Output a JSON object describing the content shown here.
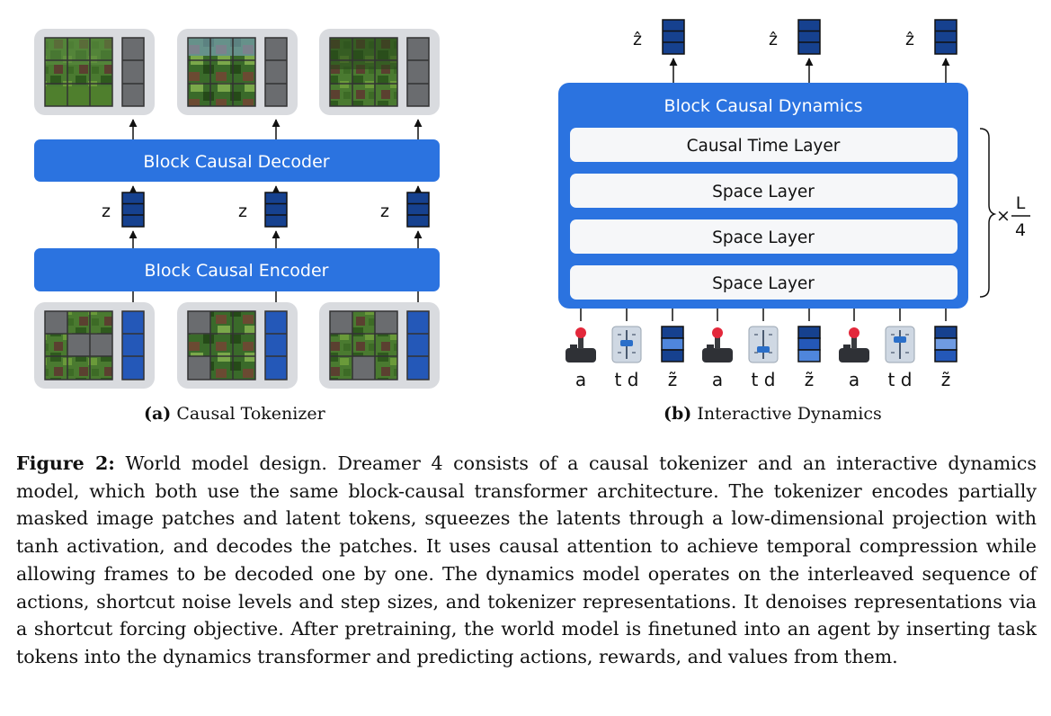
{
  "tokenizer": {
    "decoder_label": "Block Causal Decoder",
    "encoder_label": "Block Causal Encoder",
    "latent_label": "z",
    "caption_tag": "(a)",
    "caption_text": "Causal Tokenizer"
  },
  "dynamics": {
    "title": "Block Causal Dynamics",
    "layers": [
      "Causal Time Layer",
      "Space Layer",
      "Space Layer",
      "Space Layer"
    ],
    "output_label": "ẑ",
    "repeat_prefix": "×",
    "repeat_num": "L",
    "repeat_den": "4",
    "input_labels": [
      "a",
      "t d",
      "z̃",
      "a",
      "t d",
      "z̃",
      "a",
      "t d",
      "z̃"
    ],
    "caption_tag": "(b)",
    "caption_text": "Interactive Dynamics"
  },
  "figure": {
    "label": "Figure 2:",
    "text": " World model design. Dreamer 4 consists of a causal tokenizer and an interactive dynamics model, which both use the same block-causal transformer architecture. The tokenizer encodes partially masked image patches and latent tokens, squeezes the latents through a low-dimensional projection with tanh activation, and decodes the patches. It uses causal attention to achieve temporal compression while allowing frames to be decoded one by one. The dynamics model operates on the interleaved sequence of actions, shortcut noise levels and step sizes, and tokenizer representations. It denoises representations via a shortcut forcing objective. After pretraining, the world model is finetuned into an agent by inserting task tokens into the dynamics transformer and predicting actions, rewards, and values from them."
  },
  "colors": {
    "block_blue": "#2b73e0",
    "token_dark": "#16418f",
    "token_mid": "#2458b8",
    "panel_bg": "#d9dbdf",
    "mask_gray": "#6a6c6f",
    "layer_fill": "#f6f7f9"
  }
}
